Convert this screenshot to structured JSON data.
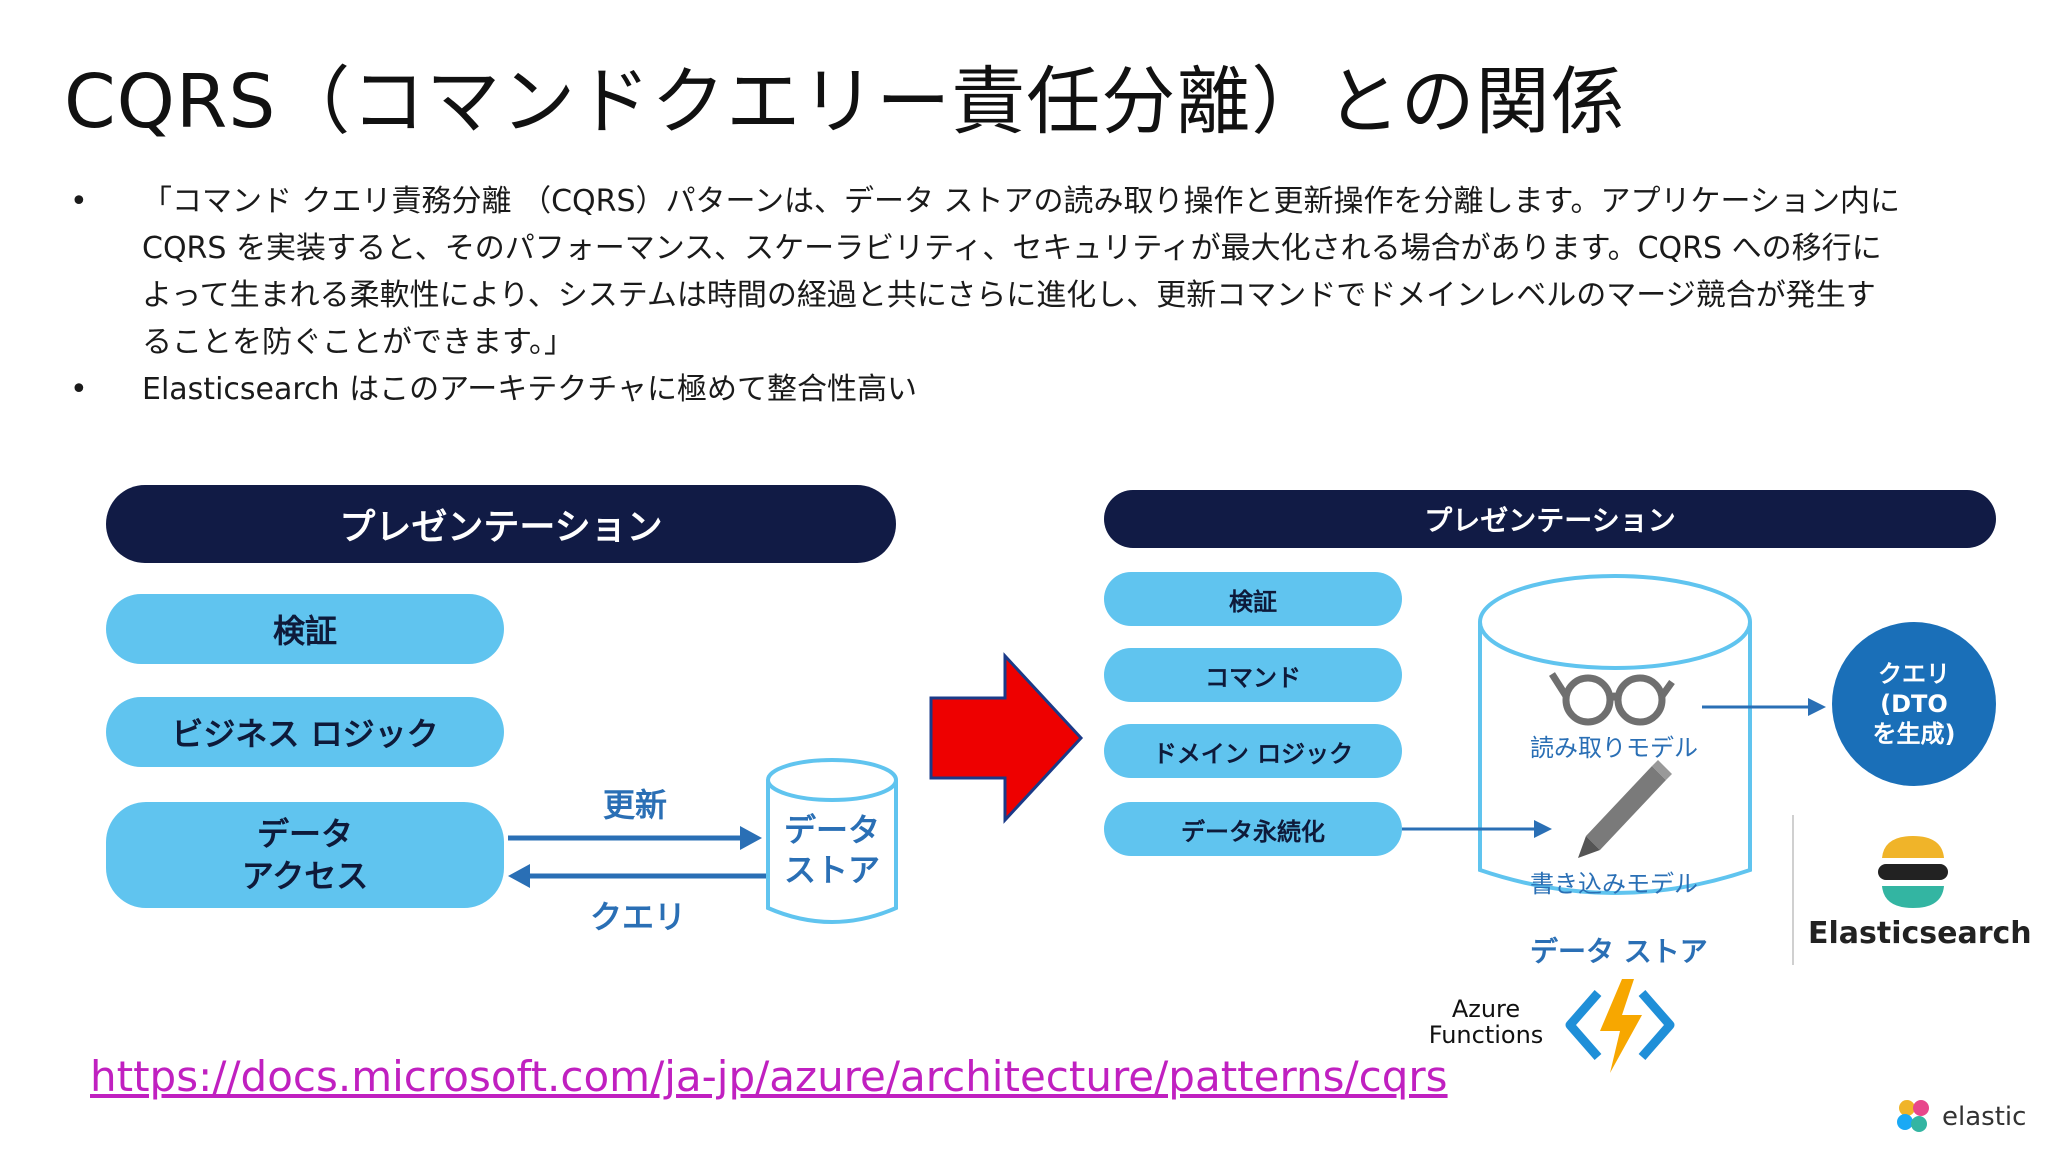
{
  "slide": {
    "title": "CQRS（コマンドクエリー責任分離）との関係",
    "bullets": [
      "「コマンド クエリ責務分離 （CQRS）パターンは、データ ストアの読み取り操作と更新操作を分離します。アプリケーション内に CQRS を実装すると、そのパフォーマンス、スケーラビリティ、セキュリティが最大化される場合があります。CQRS への移行によって生まれる柔軟性により、システムは時間の経過と共にさらに進化し、更新コマンドでドメインレベルのマージ競合が発生することを防ぐことができます。」",
      "Elasticsearch はこのアーキテクチャに極めて整合性高い"
    ],
    "bullet_marker": "•",
    "link": "https://docs.microsoft.com/ja-jp/azure/architecture/patterns/cqrs"
  },
  "left_diagram": {
    "presentation": "プレゼンテーション",
    "validation": "検証",
    "business_logic": "ビジネス ロジック",
    "data_access": "データ\nアクセス",
    "update": "更新",
    "query": "クエリ",
    "data_store": "データ\nストア"
  },
  "right_diagram": {
    "presentation": "プレゼンテーション",
    "validation": "検証",
    "command": "コマンド",
    "domain_logic": "ドメイン ロジック",
    "persistence": "データ永続化",
    "read_model": "読み取りモデル",
    "write_model": "書き込みモデル",
    "data_store": "データ ストア",
    "query_circle": "クエリ\n(DTO\nを生成)",
    "elasticsearch": "Elasticsearch",
    "azure_functions": "Azure\nFunctions"
  },
  "footer": {
    "brand": "elastic"
  },
  "colors": {
    "navy": "#111b45",
    "light_blue": "#60c4ef",
    "arrow_blue": "#2a6fb5",
    "big_arrow": "#ee0000",
    "query_circle": "#1a6fb8",
    "link": "#c020c0"
  },
  "icons": [
    "glasses-icon",
    "pencil-icon",
    "elasticsearch-logo-icon",
    "azure-functions-icon",
    "elastic-logo-icon",
    "red-right-arrow-icon"
  ]
}
